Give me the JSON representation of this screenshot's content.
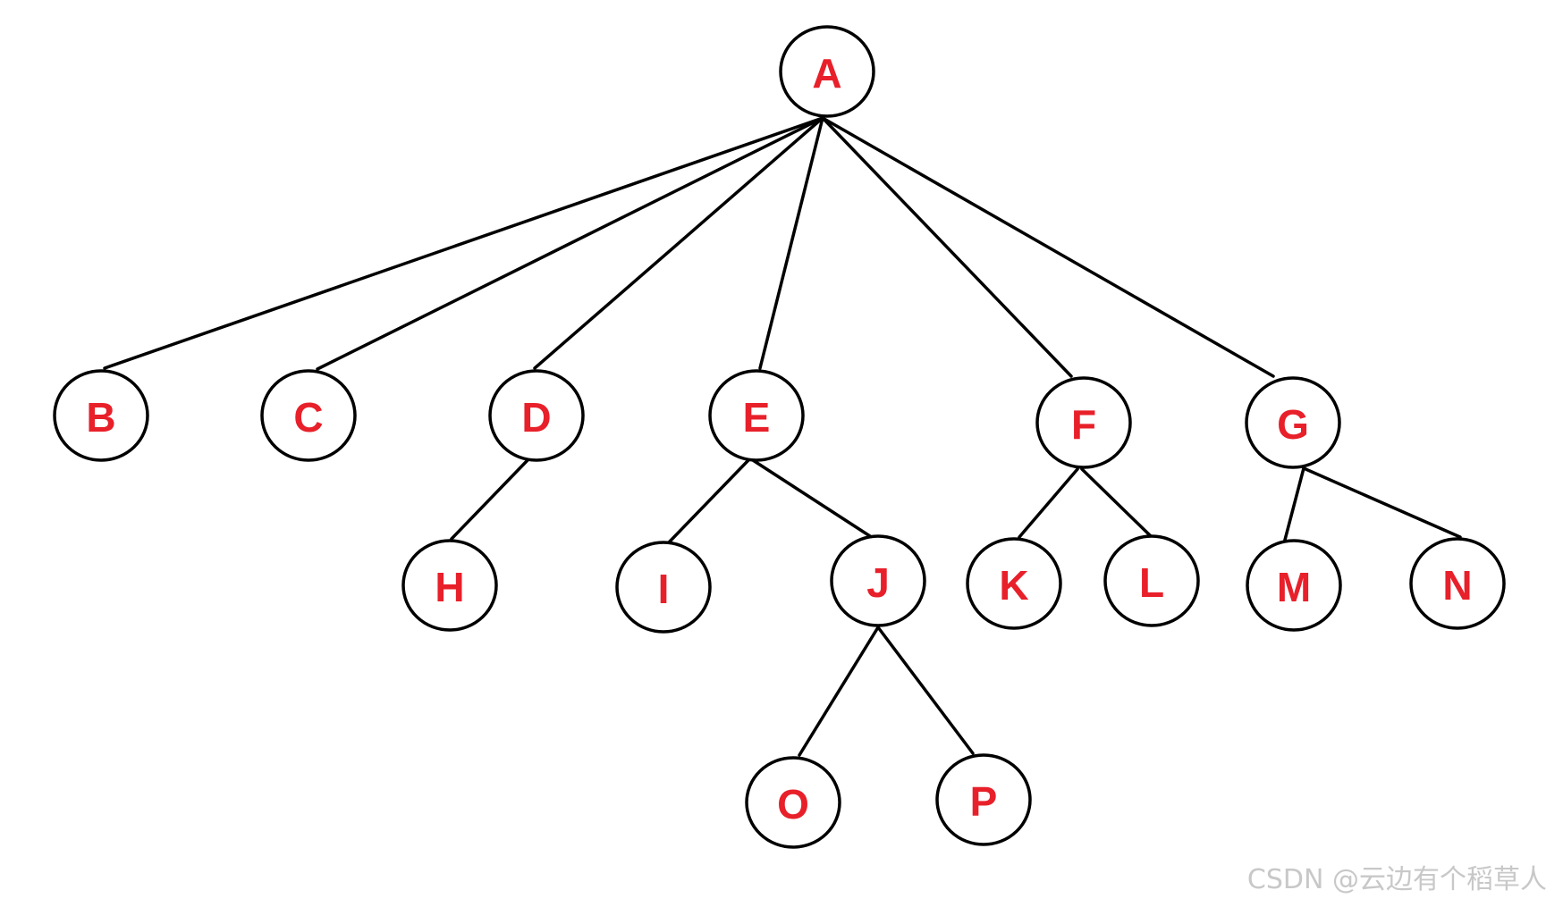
{
  "colors": {
    "edge": "#000000",
    "node_border": "#000000",
    "node_fill": "#ffffff",
    "label": "#e8202a",
    "watermark": "#c8c8c8"
  },
  "diagram": {
    "type": "tree",
    "root": "A",
    "nodes": [
      "A",
      "B",
      "C",
      "D",
      "E",
      "F",
      "G",
      "H",
      "I",
      "J",
      "K",
      "L",
      "M",
      "N",
      "O",
      "P"
    ],
    "edges": [
      [
        "A",
        "B"
      ],
      [
        "A",
        "C"
      ],
      [
        "A",
        "D"
      ],
      [
        "A",
        "E"
      ],
      [
        "A",
        "F"
      ],
      [
        "A",
        "G"
      ],
      [
        "D",
        "H"
      ],
      [
        "E",
        "I"
      ],
      [
        "E",
        "J"
      ],
      [
        "F",
        "K"
      ],
      [
        "F",
        "L"
      ],
      [
        "G",
        "M"
      ],
      [
        "G",
        "N"
      ],
      [
        "J",
        "O"
      ],
      [
        "J",
        "P"
      ]
    ]
  },
  "watermark": "CSDN @云边有个稻草人"
}
